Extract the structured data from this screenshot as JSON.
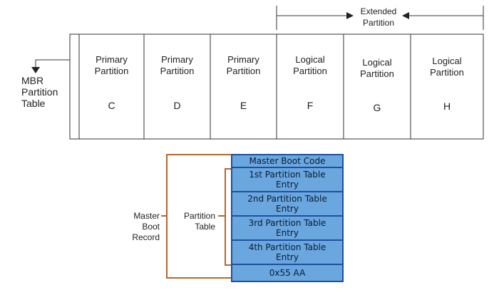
{
  "extended_label": "Extended\nPartition",
  "mbr_table_label": "MBR\nPartition\nTable",
  "partitions": [
    {
      "name": "Primary\nPartition",
      "letter": "C"
    },
    {
      "name": "Primary\nPartition",
      "letter": "D"
    },
    {
      "name": "Primary\nPartition",
      "letter": "E"
    },
    {
      "name": "Logical\nPartition",
      "letter": "F"
    },
    {
      "name": "Logical\nPartition",
      "letter": "G"
    },
    {
      "name": "Logical\nPartition",
      "letter": "H"
    }
  ],
  "mbr_rows": [
    "Master Boot Code",
    "1st Partition Table\nEntry",
    "2nd Partition Table\nEntry",
    "3rd Partition Table\nEntry",
    "4th Partition Table\nEntry",
    "0x55 AA"
  ],
  "master_boot_record_label": "Master\nBoot\nRecord",
  "partition_table_label": "Partition\nTable",
  "colors": {
    "line": "#333333",
    "bracket": "#b8662b",
    "cell_fill": "#6aa7de",
    "cell_border": "#1f4fa0"
  }
}
